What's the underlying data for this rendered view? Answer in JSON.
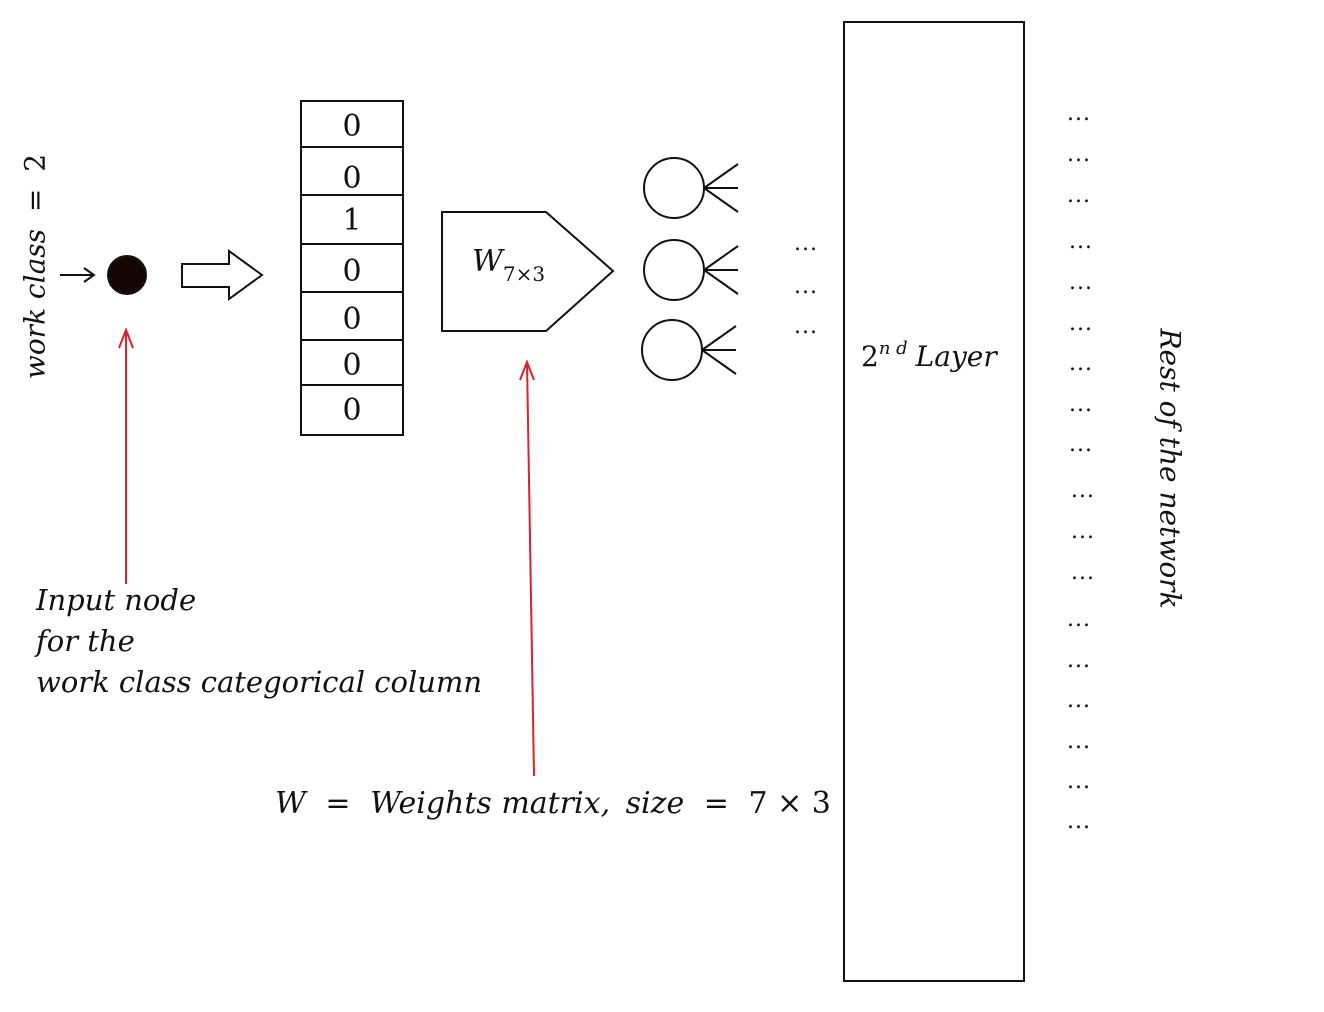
{
  "input": {
    "column_label": "work class",
    "eq_sign": "=",
    "value": "2"
  },
  "one_hot_vector": [
    "0",
    "0",
    "1",
    "0",
    "0",
    "0",
    "0"
  ],
  "weights_block": {
    "symbol": "W",
    "subscript": "7×3"
  },
  "second_layer": {
    "ordinal": "2",
    "superscript": "n d",
    "label": "Layer"
  },
  "rest_label": "Rest of the network",
  "ellipsis": "...",
  "annotations": {
    "input_node": [
      "Input node",
      "for the",
      "work class categorical column"
    ],
    "weights": {
      "symbol": "W",
      "eq": "=",
      "text": "Weights matrix,",
      "size_word": "size",
      "size_value": "7 × 3"
    }
  },
  "colors": {
    "ink": "#111111",
    "annotation_arrow": "#d9232e",
    "background": "#ffffff"
  },
  "icons": [
    "filled-circle-node",
    "hollow-block-arrow",
    "pentagon-arrow",
    "output-circle-node"
  ]
}
